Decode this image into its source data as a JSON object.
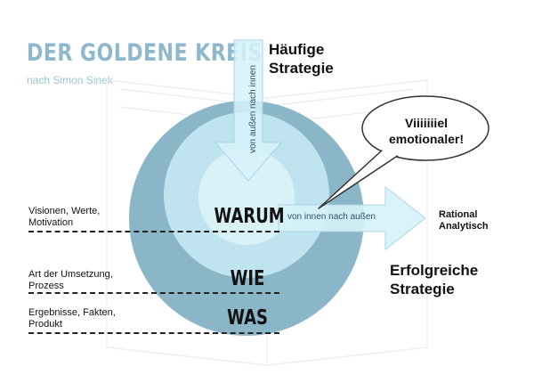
{
  "header": {
    "title": "DER GOLDENE KREIS",
    "subtitle": "nach Simon Sinek"
  },
  "colors": {
    "outer_ring": "#8ab6c8",
    "middle_ring": "#bfe4ef",
    "inner_core": "#d9f2f8",
    "arrow_fill": "#d6f2fa",
    "title_color": "#8fb8cc"
  },
  "circles": {
    "core": "WARUM",
    "middle": "WIE",
    "outer": "WAS"
  },
  "arrows": {
    "inward": "von außen nach innen",
    "outward": "von innen nach außen"
  },
  "bubble": {
    "line1": "Viiiiiiiel",
    "line2": "emotionaler!"
  },
  "strategies": {
    "common_line1": "Häufige",
    "common_line2": "Strategie",
    "success_line1": "Erfolgreiche",
    "success_line2": "Strategie"
  },
  "outcome": {
    "line1": "Rational",
    "line2": "Analytisch"
  },
  "levels": [
    {
      "line1": "Visionen, Werte,",
      "line2": "Motivation"
    },
    {
      "line1": "Art der Umsetzung,",
      "line2": "Prozess"
    },
    {
      "line1": "Ergebnisse, Fakten,",
      "line2": "Produkt"
    }
  ]
}
